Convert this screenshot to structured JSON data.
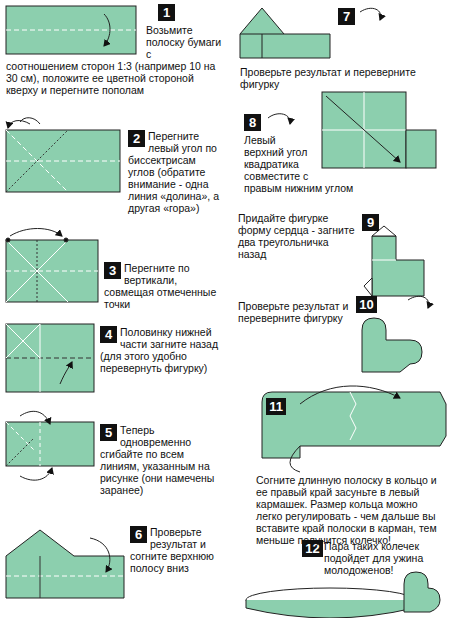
{
  "diagram": {
    "nodes": [
      {
        "text": [
          "1"
        ]
      },
      {
        "text": [
          "2"
        ]
      },
      {
        "text": [
          "3"
        ]
      },
      {
        "text": [
          "4"
        ]
      },
      {
        "text": [
          "5"
        ]
      },
      {
        "text": [
          "6"
        ]
      },
      {
        "text": [
          "7"
        ]
      },
      {
        "text": [
          "8"
        ]
      },
      {
        "text": [
          "9"
        ]
      },
      {
        "text": [
          "10"
        ]
      },
      {
        "text": [
          "11"
        ]
      },
      {
        "text": [
          "12"
        ]
      }
    ],
    "labels": [
      "Возьмите полоску бумаги с соотношением сторон 1:3 (например 10 на 30 см), положите ее цветной стороной кверху и перегните пополам",
      "Перегните левый угол по биссектрисам углов (обратите внимание - одна линия «долина», а другая «гора»)",
      "Перегните по вертикали, совмещая отмеченные точки",
      "Половинку нижней части загните назад (для этого удобно перевернуть фигурку)",
      "Теперь одновременно сгибайте по всем линиям, указанным на рисунке (они намечены заранее)",
      "Проверьте результат и согните верхнюю полосу вниз",
      "Проверьте результат и переверните фигурку",
      "Левый верхний угол квадратика совместите с правым нижним углом",
      "Придайте фигурке форму сердца - загните два треугольничка назад",
      "Проверьте результат и переверните фигурку",
      "Согните длинную полоску в кольцо и ее правый край засуньте в левый кармашек. Размер кольца можно легко регулировать - чем дальше вы вставите край полоски в карман, тем меньше получится колечко!",
      "Пара таких колечек подойдет для ужина молодоженов!"
    ]
  }
}
